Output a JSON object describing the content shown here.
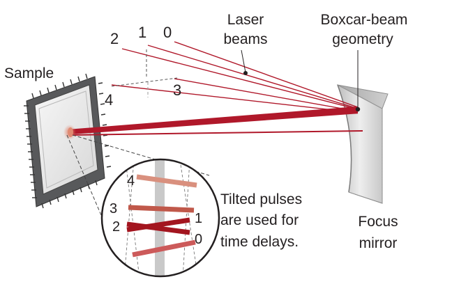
{
  "labels": {
    "laser_beams_line1": "Laser",
    "laser_beams_line2": "beams",
    "boxcar_line1": "Boxcar-beam",
    "boxcar_line2": "geometry",
    "sample": "Sample",
    "focus_line1": "Focus",
    "focus_line2": "mirror",
    "tilted_line1": "Tilted pulses",
    "tilted_line2": "are used for",
    "tilted_line3": "time delays."
  },
  "beam_numbers": {
    "b0": "0",
    "b1": "1",
    "b2": "2",
    "b3": "3",
    "b4": "4"
  },
  "inset_numbers": {
    "n4": "4",
    "n3": "3",
    "n2": "2",
    "n1": "1",
    "n0": "0"
  },
  "colors": {
    "beam": "#b0182a",
    "beam_light": "#cc5a5a",
    "pulse_light": "#d9907e",
    "pulse_mid": "#c0584a",
    "pulse_dark": "#a3151f",
    "mirror": "#d9d9d9",
    "sample_frame": "#6d6e71"
  }
}
